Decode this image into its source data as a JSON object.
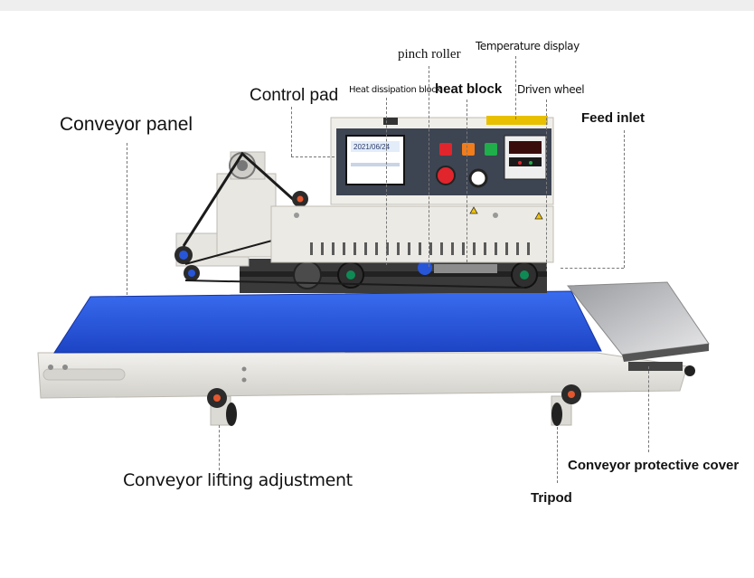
{
  "labels": {
    "pinch_roller": "pinch roller",
    "temperature_display": "Temperature display",
    "control_pad": "Control pad",
    "heat_dissipation_block": "Heat dissipation block",
    "heat_block": "heat block",
    "driven_wheel": "Driven wheel",
    "conveyor_panel": "Conveyor panel",
    "feed_inlet": "Feed inlet",
    "conveyor_lifting_adjustment": "Conveyor lifting adjustment",
    "conveyor_protective_cover": "Conveyor protective cover",
    "tripod": "Tripod"
  },
  "screen": {
    "date": "2021/06/24"
  },
  "colors": {
    "belt_blue": "#1f4fd6",
    "frame": "#e4e2dc",
    "panel_dark": "#3b4250",
    "leader_line": "#777777"
  }
}
